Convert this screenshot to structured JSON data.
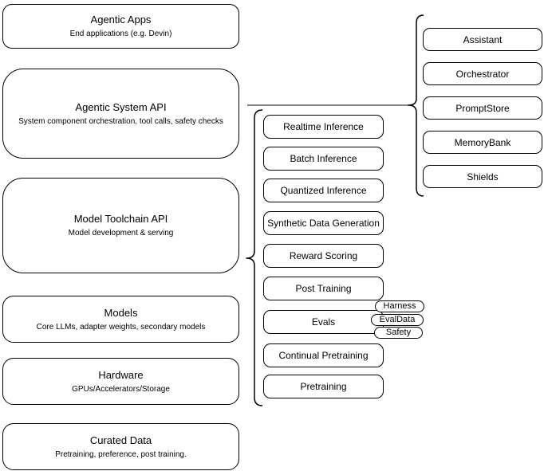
{
  "diagram": {
    "stack": [
      {
        "title": "Agentic Apps",
        "subtitle": "End applications (e.g. Devin)"
      },
      {
        "title": "Agentic System API",
        "subtitle": "System component orchestration, tool calls, safety checks"
      },
      {
        "title": "Model Toolchain API",
        "subtitle": "Model development & serving"
      },
      {
        "title": "Models",
        "subtitle": "Core LLMs, adapter weights, secondary models"
      },
      {
        "title": "Hardware",
        "subtitle": "GPUs/Accelerators/Storage"
      },
      {
        "title": "Curated Data",
        "subtitle": "Pretraining, preference, post training."
      }
    ],
    "toolchain_items": [
      "Realtime Inference",
      "Batch Inference",
      "Quantized Inference",
      "Synthetic Data Generation",
      "Reward Scoring",
      "Post Training",
      "Evals",
      "Continual Pretraining",
      "Pretraining"
    ],
    "evals_tags": [
      "Harness",
      "EvalData",
      "Safety"
    ],
    "system_components": [
      "Assistant",
      "Orchestrator",
      "PromptStore",
      "MemoryBank",
      "Shields"
    ],
    "colors": {
      "stroke": "#000000",
      "connector": "#595959",
      "fill": "#ffffff"
    }
  }
}
